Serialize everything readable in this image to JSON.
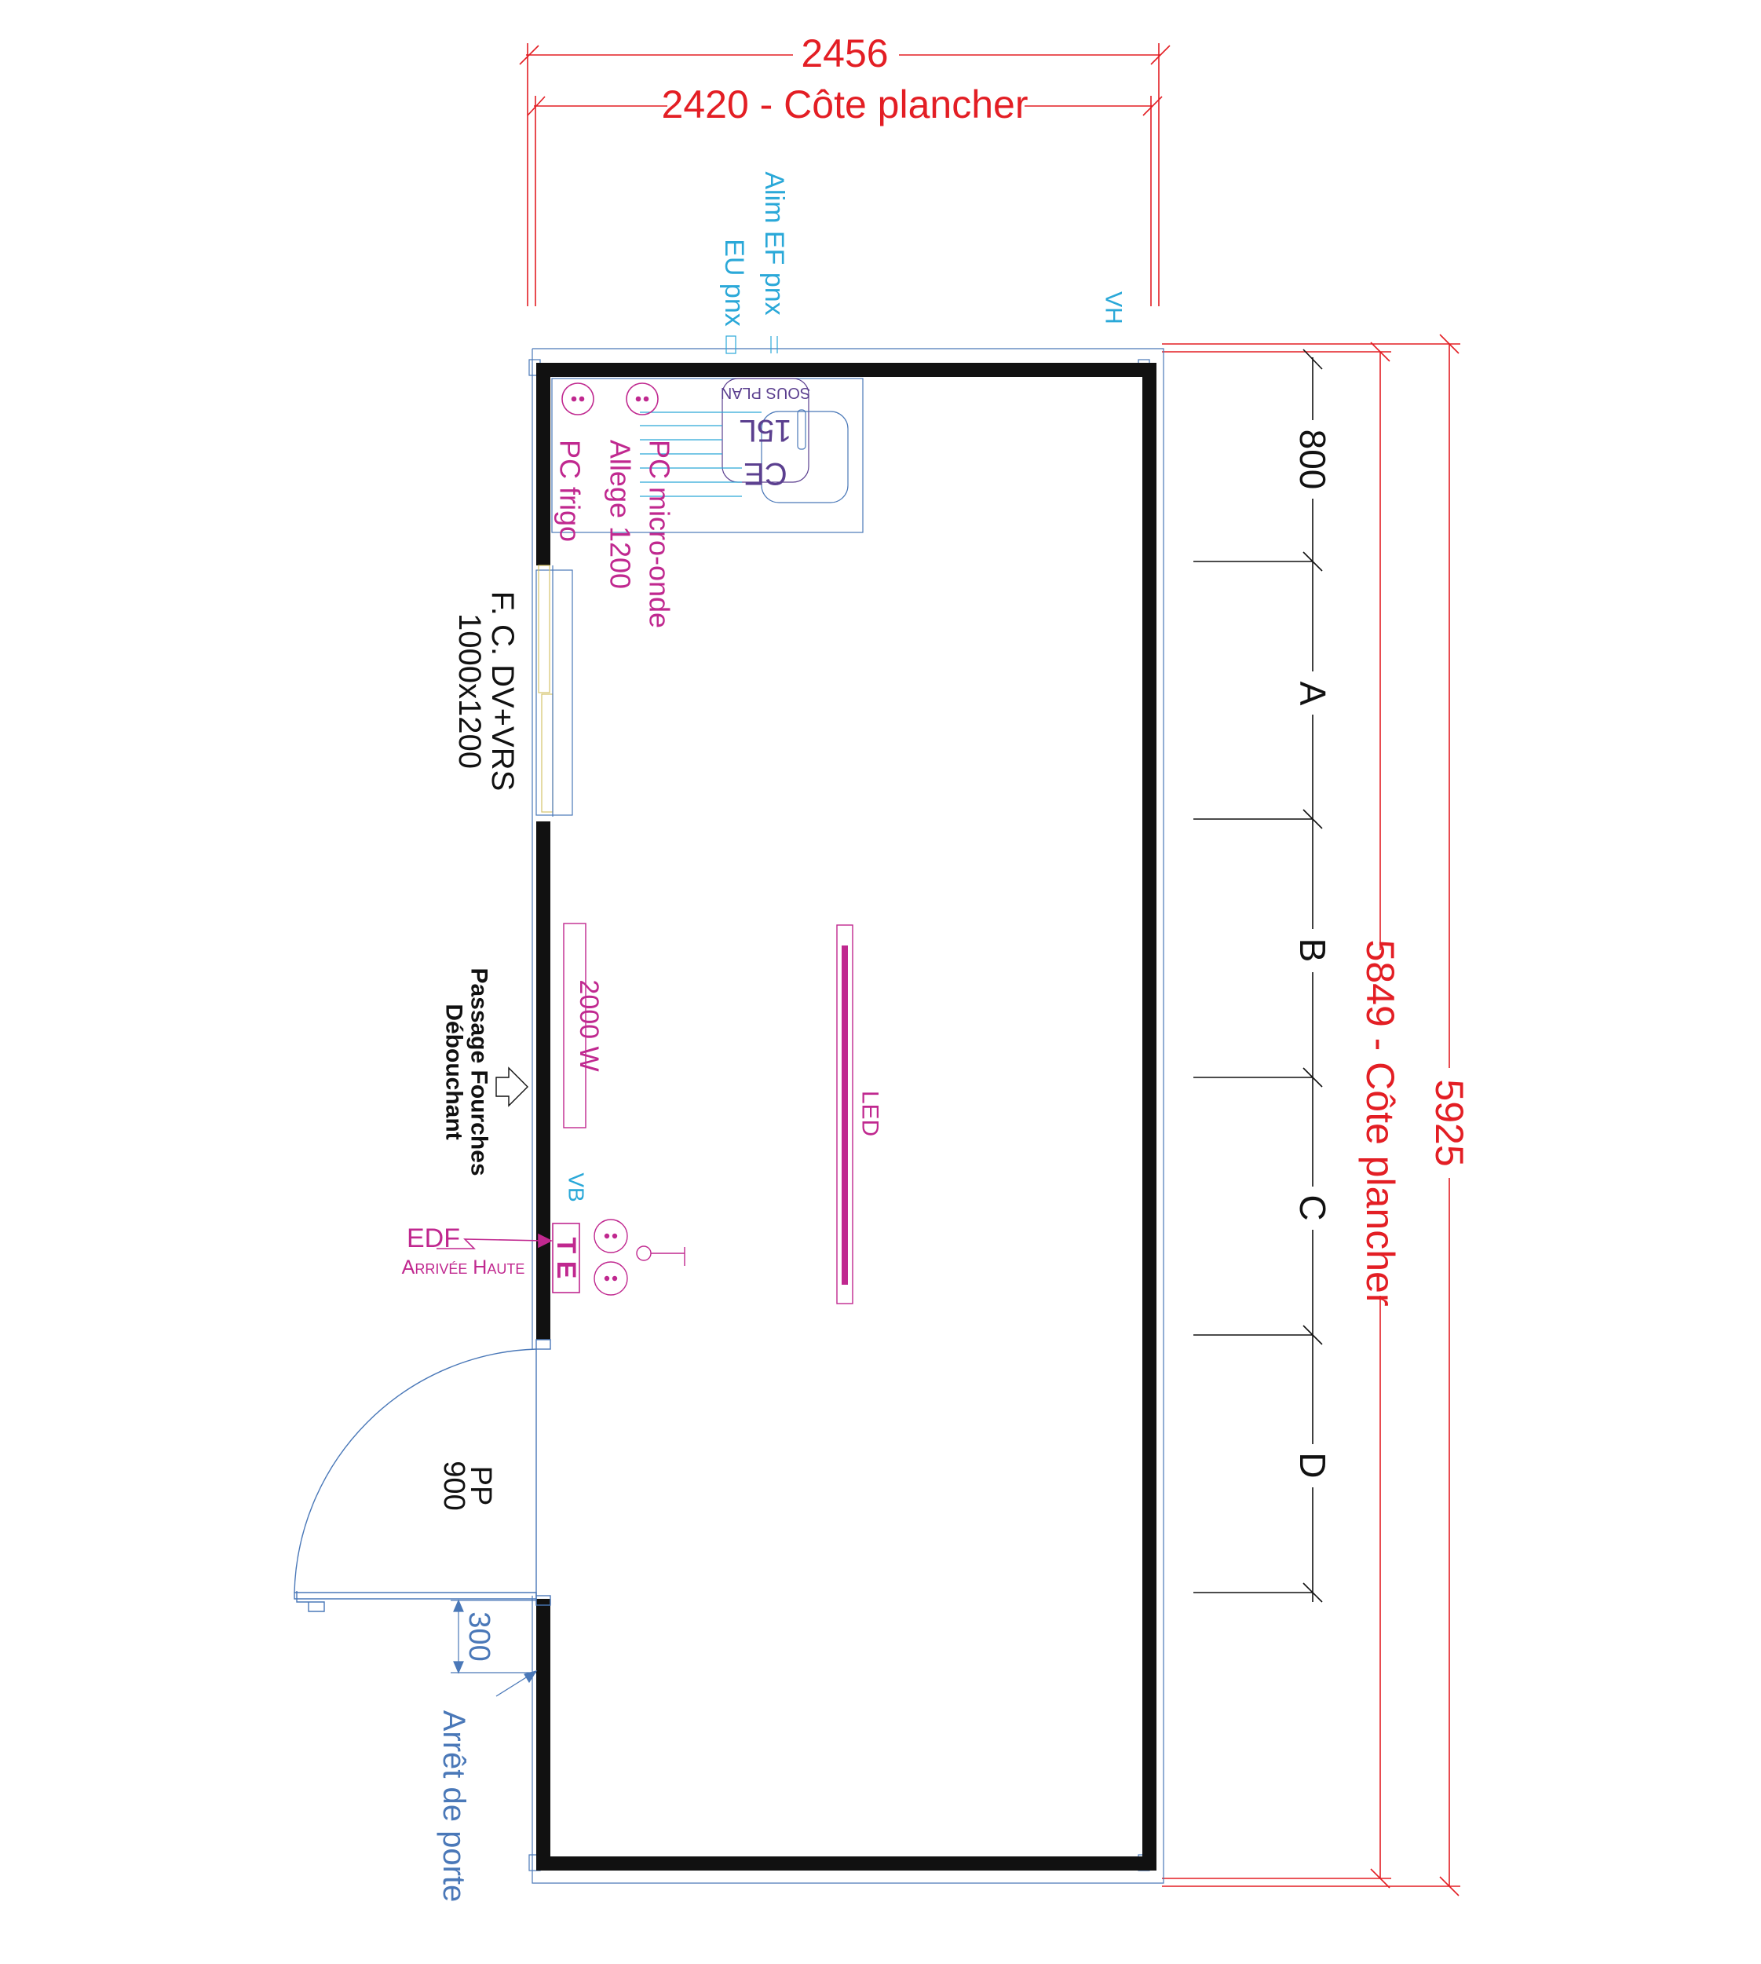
{
  "dimensions": {
    "overall_width": "2456",
    "floor_width": "2420 - Côte plancher",
    "overall_length": "5925",
    "floor_length": "5849 - Côte plancher",
    "panel_first": "800",
    "door_stop_offset": "300"
  },
  "panels": [
    "A",
    "B",
    "C",
    "D"
  ],
  "labels": {
    "alim_ef": "Alim EF pnx",
    "eu": "EU pnx",
    "vh": "VH",
    "vb": "VB",
    "sous_plan": "SOUS PLAN",
    "ce": "CE",
    "ce_volume": "15L",
    "pc_micro": "PC micro-onde",
    "allege": "Allege 1200",
    "pc_frigo": "PC frigo",
    "window_line1": "F. C. DV+VRS",
    "window_line2": "1000x1200",
    "heater": "2000 W",
    "led": "LED",
    "forks_line1": "Passage Fourches",
    "forks_line2": "Débouchant",
    "edf": "EDF",
    "arrivee": "Arrivée Haute",
    "te": "T E",
    "door_line1": "PP",
    "door_line2": "900",
    "door_stop": "Arrêt de porte"
  },
  "colors": {
    "dimension": "#e31e24",
    "plumbing": "#2aa8d8",
    "electrical": "#c0288f",
    "outline": "#4a78b8",
    "wall": "#111111"
  }
}
